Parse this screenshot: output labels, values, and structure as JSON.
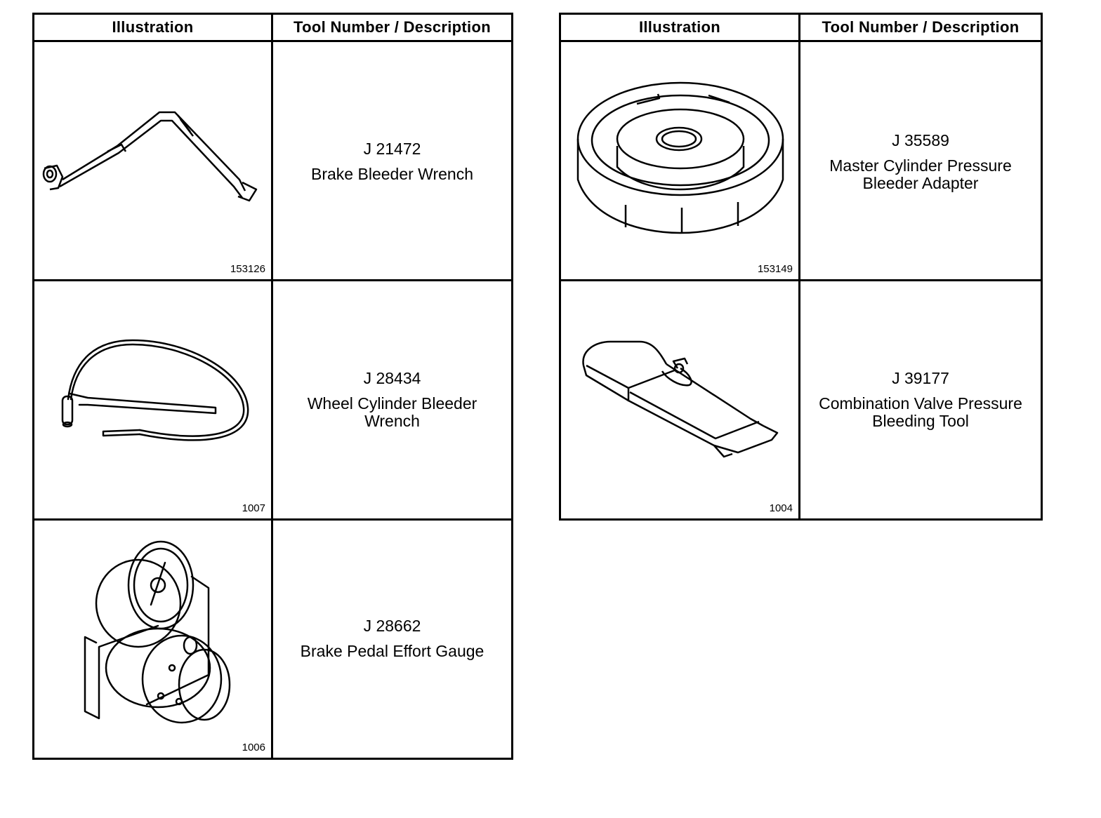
{
  "left_table": {
    "headers": {
      "illustration": "Illustration",
      "description": "Tool Number / Description"
    },
    "rows": [
      {
        "figure_number": "153126",
        "tool_number": "J 21472",
        "description": "Brake Bleeder Wrench",
        "icon": "brake-bleeder-wrench-drawing"
      },
      {
        "figure_number": "1007",
        "tool_number": "J 28434",
        "description": "Wheel Cylinder Bleeder Wrench",
        "icon": "wheel-cylinder-bleeder-wrench-drawing"
      },
      {
        "figure_number": "1006",
        "tool_number": "J 28662",
        "description": "Brake Pedal Effort Gauge",
        "icon": "brake-pedal-effort-gauge-drawing"
      }
    ]
  },
  "right_table": {
    "headers": {
      "illustration": "Illustration",
      "description": "Tool Number / Description"
    },
    "rows": [
      {
        "figure_number": "153149",
        "tool_number": "J 35589",
        "description": "Master Cylinder Pressure Bleeder Adapter",
        "icon": "master-cylinder-adapter-drawing"
      },
      {
        "figure_number": "1004",
        "tool_number": "J 39177",
        "description": "Combination Valve Pressure Bleeding Tool",
        "icon": "combination-valve-bleeding-tool-drawing"
      }
    ]
  }
}
